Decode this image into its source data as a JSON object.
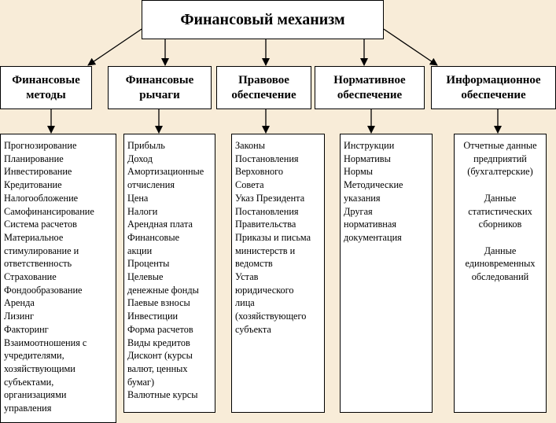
{
  "title": "Финансовый механизм",
  "categories": [
    {
      "label": "Финансовые\nметоды",
      "items": [
        "Прогнозирование",
        "Планирование",
        "Инвестирование",
        "Кредитование",
        "Налогообложение",
        "Самофинансирование",
        "Система расчетов",
        "Материальное\nстимулирование и\nответственность",
        "Страхование",
        "Фондообразование",
        "Аренда",
        "Лизинг",
        "Факторинг",
        "Взаимоотношения с\nучредителями,\nхозяйствующими\nсубъектами,\nорганизациями\nуправления"
      ]
    },
    {
      "label": "Финансовые\nрычаги",
      "items": [
        "Прибыль",
        "Доход",
        "Амортизационные\nотчисления",
        "Цена",
        "Налоги",
        "Арендная плата",
        "Финансовые\nакции",
        "Проценты",
        "Целевые\nденежные фонды",
        "Паевые взносы",
        "Инвестиции",
        "Форма расчетов",
        "Виды кредитов",
        "Дисконт (курсы\nвалют, ценных\nбумаг)",
        "Валютные курсы"
      ]
    },
    {
      "label": "Правовое\nобеспечение",
      "items": [
        "Законы",
        "Постановления\nВерховного\nСовета",
        "Указ Президента",
        "Постановления\nПравительства",
        "Приказы и письма\nминистерств и\nведомств",
        "Устав\nюридического\nлица\n(хозяйствующего\nсубъекта"
      ]
    },
    {
      "label": "Нормативное\nобеспечение",
      "items": [
        "Инструкции",
        "Нормативы",
        "Нормы",
        "Методические\nуказания",
        "Другая\nнормативная\nдокументация"
      ]
    },
    {
      "label": "Информационное\nобеспечение",
      "items": [
        "Отчетные данные\nпредприятий\n(бухгалтерские)",
        "",
        "Данные\nстатистических\nсборников",
        "",
        "Данные\nединовременных\nобследований"
      ]
    }
  ]
}
